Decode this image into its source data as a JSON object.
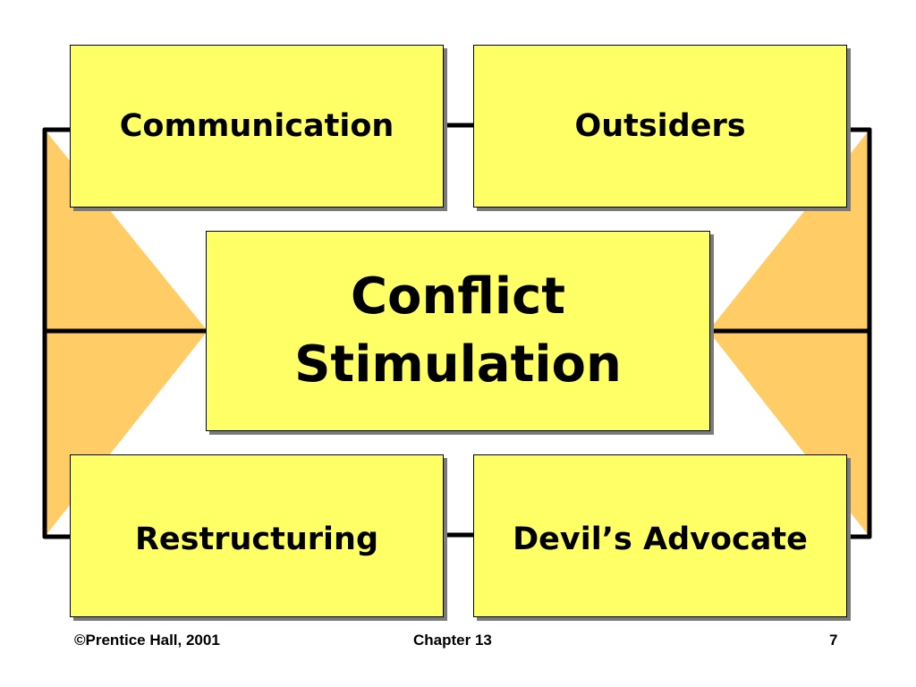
{
  "diagram": {
    "center": {
      "line1": "Conflict",
      "line2": "Stimulation"
    },
    "top_left": "Communication",
    "top_right": "Outsiders",
    "bottom_left": "Restructuring",
    "bottom_right": "Devil’s Advocate"
  },
  "footer": {
    "left": "©Prentice Hall, 2001",
    "center": "Chapter 13",
    "right": "7"
  },
  "colors": {
    "box_fill": "#ffff66",
    "triangle_fill": "#ffcc66",
    "line": "#000000",
    "shadow": "#7a7a7a"
  }
}
